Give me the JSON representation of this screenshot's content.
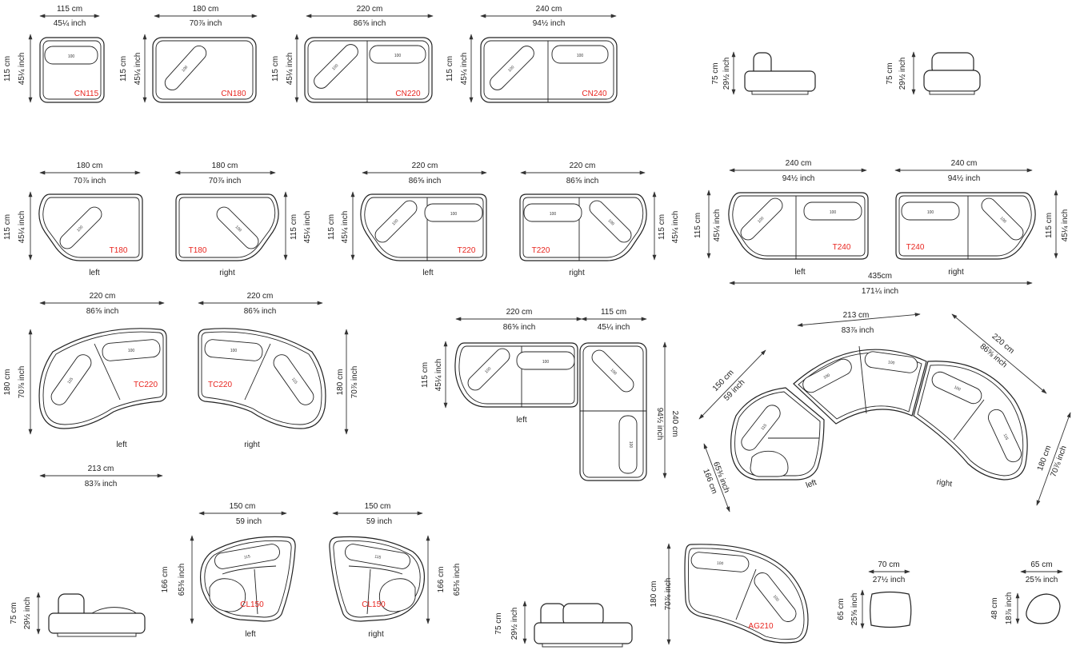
{
  "dims": {
    "w115": {
      "cm": "115 cm",
      "in": "45¼ inch"
    },
    "w180": {
      "cm": "180 cm",
      "in": "70⅞ inch"
    },
    "w220": {
      "cm": "220 cm",
      "in": "86⅝ inch"
    },
    "w240": {
      "cm": "240 cm",
      "in": "94½ inch"
    },
    "w213": {
      "cm": "213 cm",
      "in": "83⅞ inch"
    },
    "w150": {
      "cm": "150 cm",
      "in": "59 inch"
    },
    "w70": {
      "cm": "70 cm",
      "in": "27½ inch"
    },
    "w65": {
      "cm": "65 cm",
      "in": "25⅝ inch"
    },
    "h75": {
      "cm": "75 cm",
      "in": "29½ inch"
    },
    "h166": {
      "cm": "166 cm",
      "in": "65⅜ inch"
    },
    "h65": {
      "cm": "65 cm",
      "in": "25⅝ inch"
    },
    "h48": {
      "cm": "48 cm",
      "in": "18⅞ inch"
    },
    "total": {
      "cm": "435cm",
      "in": "171¼ inch"
    }
  },
  "codes": {
    "cn115": "CN115",
    "cn180": "CN180",
    "cn220": "CN220",
    "cn240": "CN240",
    "t180": "T180",
    "t220": "T220",
    "t240": "T240",
    "tc220": "TC220",
    "cl150": "CL150",
    "ag210": "AG210"
  },
  "captions": {
    "left": "left",
    "right": "right"
  },
  "cushion_labels": {
    "c100": "100",
    "c115": "115"
  }
}
